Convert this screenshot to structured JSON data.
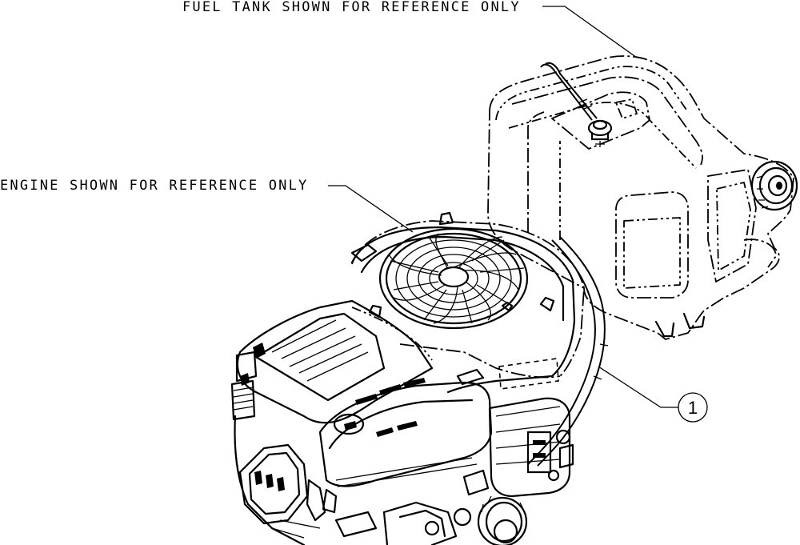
{
  "callouts": {
    "fuel_tank_label": "FUEL TANK SHOWN FOR REFERENCE ONLY",
    "engine_label": "ENGINE SHOWN FOR REFERENCE ONLY",
    "item_number": "1"
  }
}
